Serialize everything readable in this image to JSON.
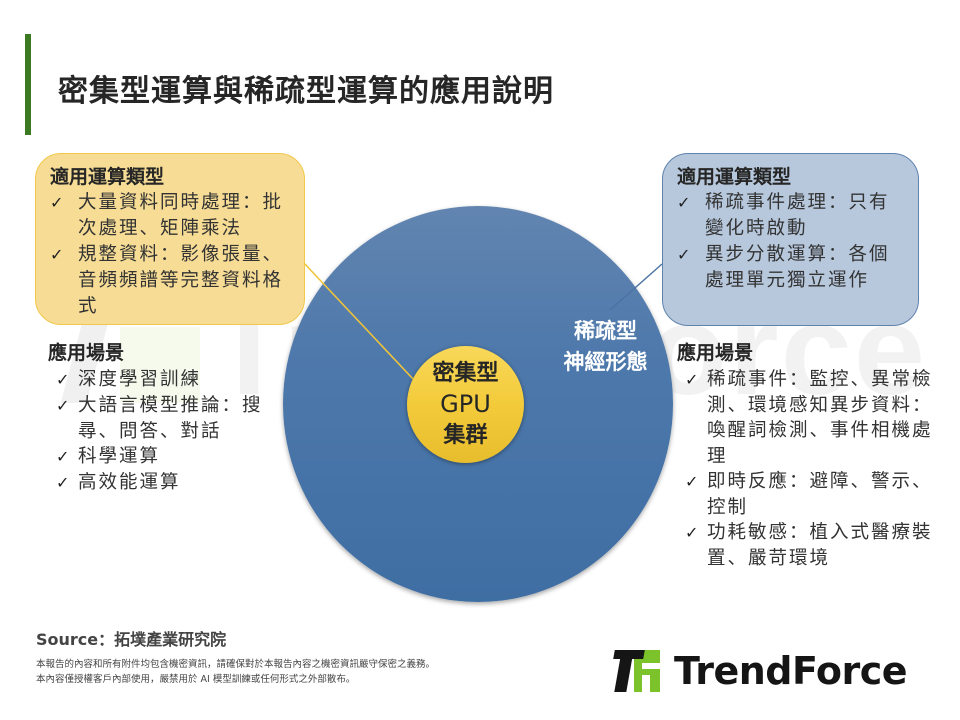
{
  "page": {
    "title": "密集型運算與稀疏型運算的應用說明",
    "accent_color": "#3b7a22"
  },
  "watermark": {
    "text": "TrendForce"
  },
  "diagram": {
    "outer_circle": {
      "label_lines": [
        "稀疏型",
        "神經形態"
      ],
      "color": "#4d78ab"
    },
    "inner_circle": {
      "label_lines": [
        "密集型",
        "GPU",
        "集群"
      ],
      "color": "#f3cb3a"
    }
  },
  "dense": {
    "compute_box": {
      "title": "適用運算類型",
      "items": [
        "大量資料同時處理：批次處理、矩陣乘法",
        "規整資料：影像張量、音頻頻譜等完整資料格式"
      ],
      "color": "#f6dc95"
    },
    "scenarios": {
      "title": "應用場景",
      "items": [
        "深度學習訓練",
        "大語言模型推論：搜尋、問答、對話",
        "科學運算",
        "高效能運算"
      ]
    }
  },
  "sparse": {
    "compute_box": {
      "title": "適用運算類型",
      "items": [
        "稀疏事件處理：只有變化時啟動",
        "異步分散運算：各個處理單元獨立運作"
      ],
      "color": "#b7c8dd"
    },
    "scenarios": {
      "title": "應用場景",
      "items": [
        "稀疏事件：監控、異常檢測、環境感知異步資料：喚醒詞檢測、事件相機處理",
        "即時反應：避障、警示、控制",
        "功耗敏感：植入式醫療裝置、嚴苛環境"
      ]
    }
  },
  "icons": {
    "check": "✓"
  },
  "footer": {
    "source": "Source：拓墣產業研究院",
    "disclaimer_lines": [
      "本報告的內容和所有附件均包含機密資訊，請確保對於本報告內容之機密資訊嚴守保密之義務。",
      "本內容僅授權客戶內部使用，嚴禁用於 AI 模型訓練或任何形式之外部散布。"
    ],
    "logo_text": "TrendForce"
  }
}
